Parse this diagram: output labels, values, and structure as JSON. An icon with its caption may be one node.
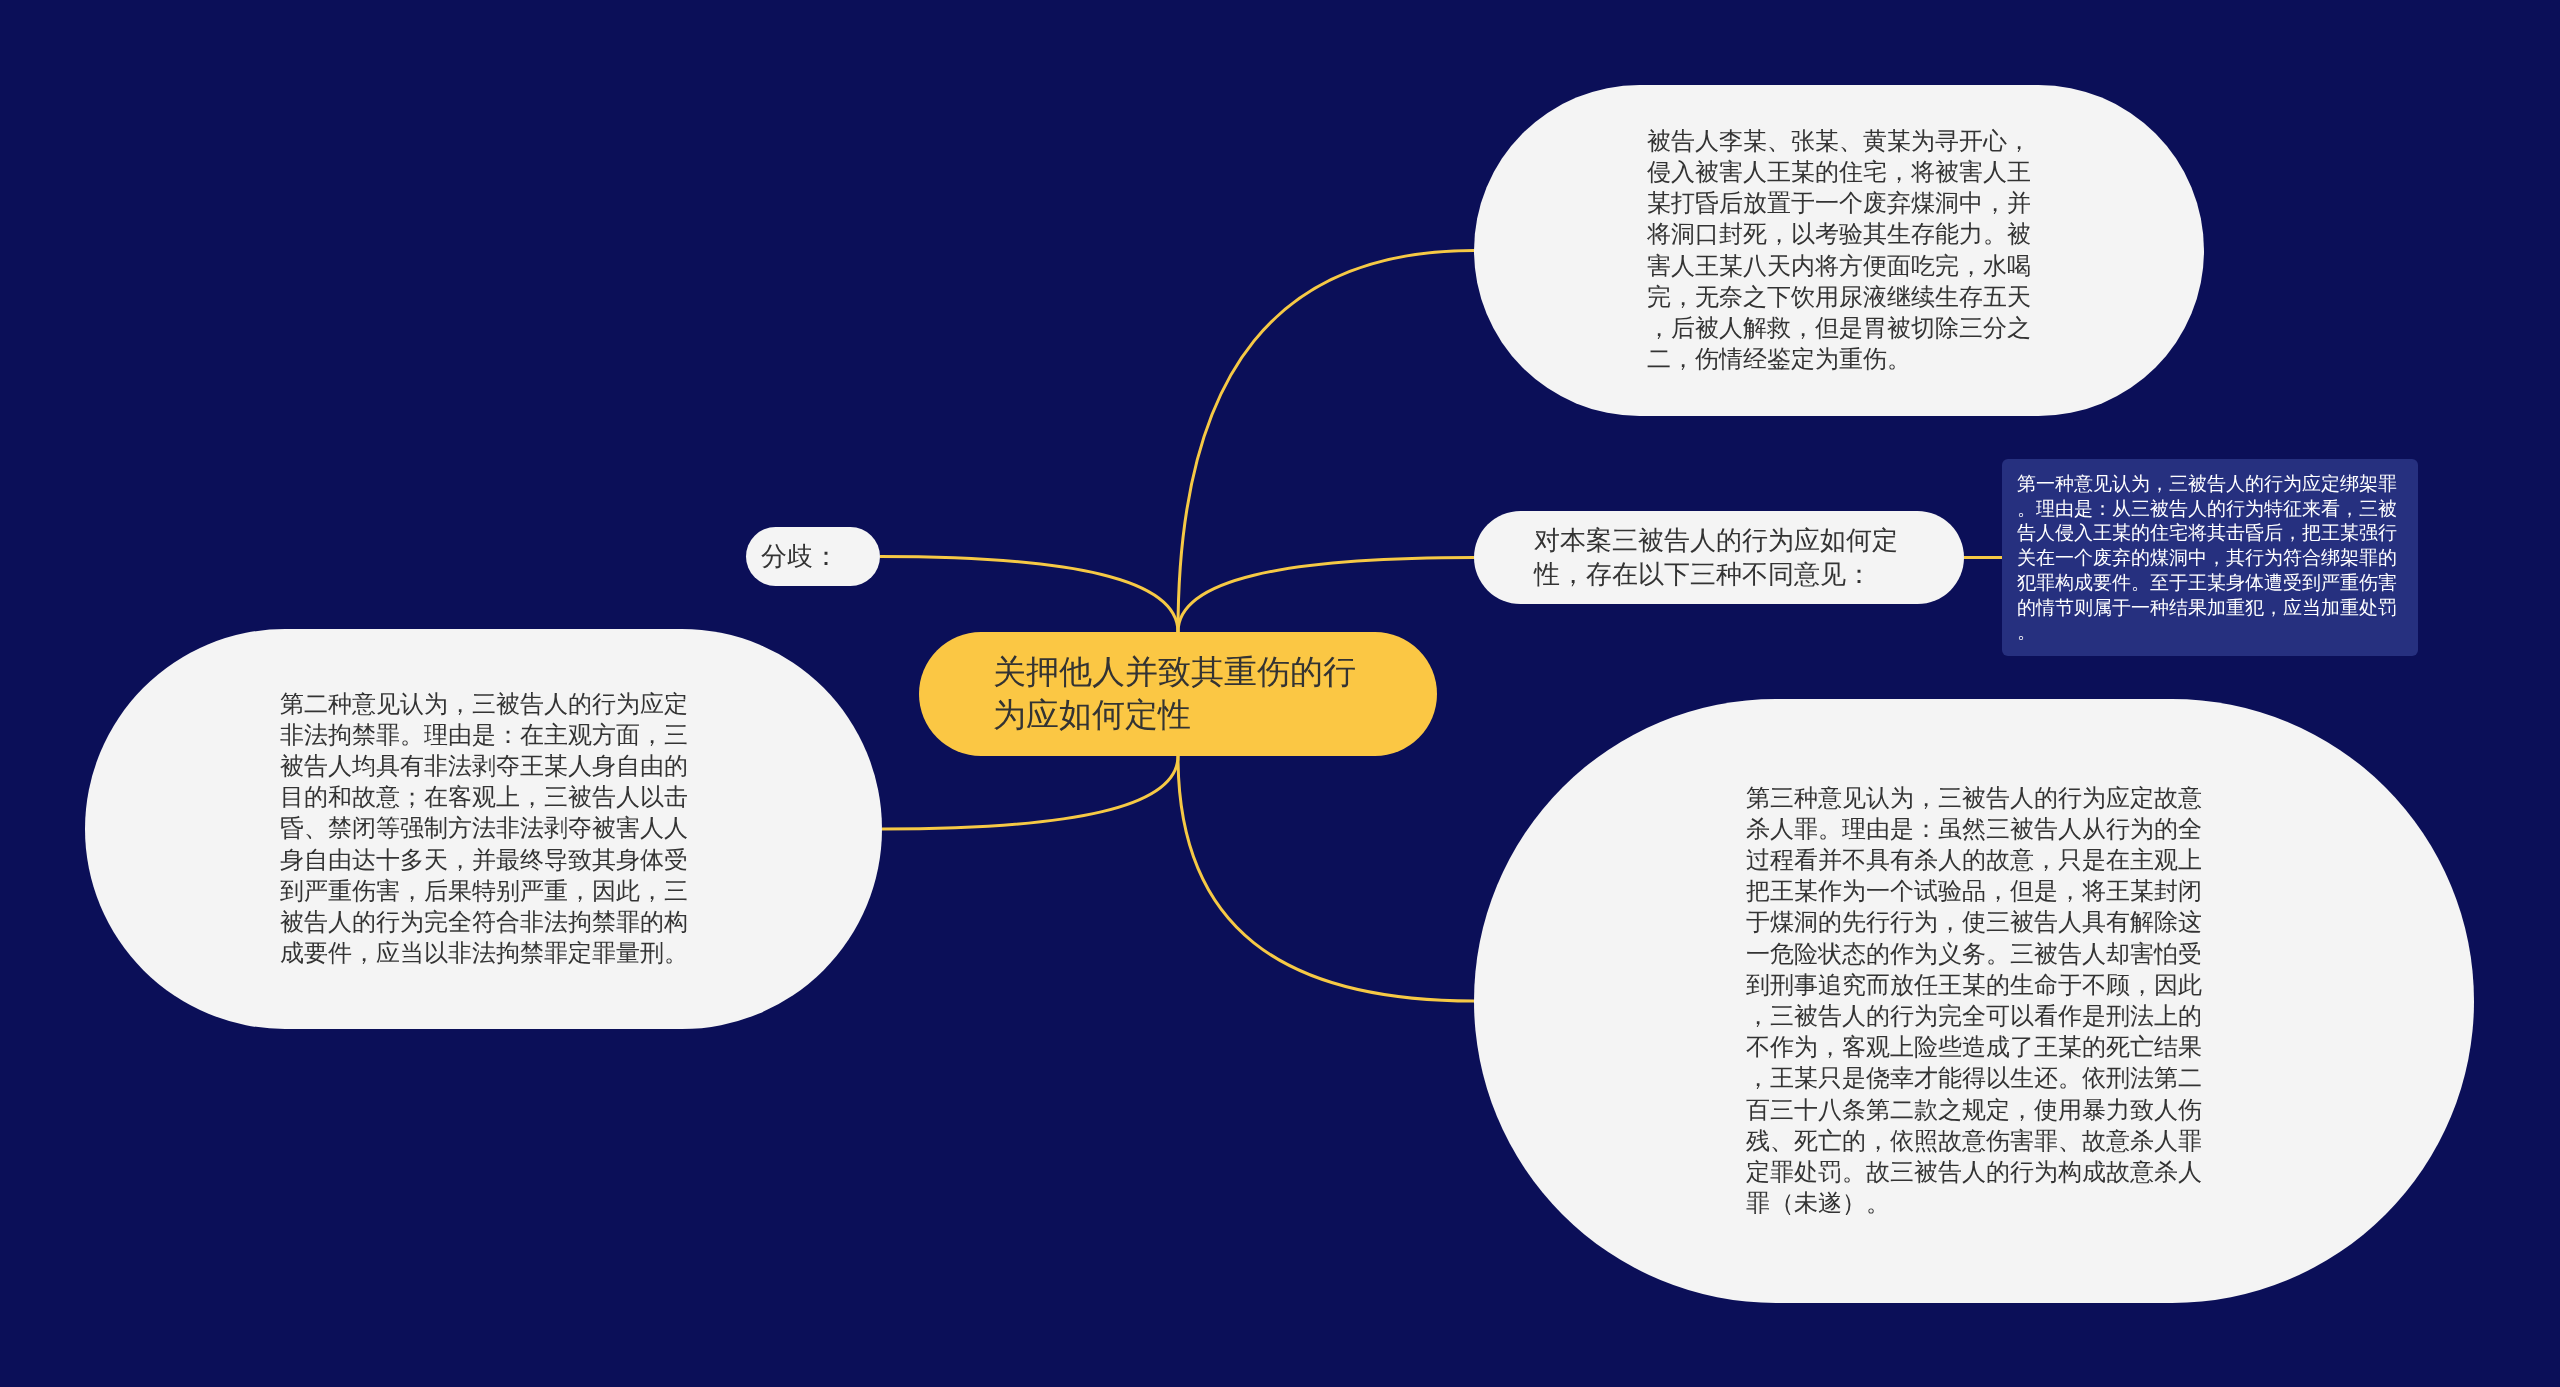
{
  "diagram": {
    "nodes": [
      {
        "text": [
          "关押他人并致其重伤的行为应如何定性"
        ]
      },
      {
        "text": [
          "被告人李某、张某、黄某为寻开心，侵入被害人王某的住宅，将被害人王某打昏后放置于一个废弃煤洞中，并将洞口封死，以考验其生存能力。被害人王某八天内将方便面吃完，水喝完，无奈之下饮用尿液继续生存五天，后被人解救，但是胃被切除三分之二，伤情经鉴定为重伤。"
        ]
      },
      {
        "text": [
          "分歧："
        ]
      },
      {
        "text": [
          "对本案三被告人的行为应如何定性，存在以下三种不同意见："
        ]
      },
      {
        "text": [
          "第一种意见认为，三被告人的行为应定绑架罪。理由是：从三被告人的行为特征来看，三被告人侵入王某的住宅将其击昏后，把王某强行关在一个废弃的煤洞中，其行为符合绑架罪的犯罪构成要件。至于王某身体遭受到严重伤害的情节则属于一种结果加重犯，应当加重处罚。"
        ]
      },
      {
        "text": [
          "第二种意见认为，三被告人的行为应定非法拘禁罪。理由是：在主观方面，三被告人均具有非法剥夺王某人身自由的目的和故意；在客观上，三被告人以击昏、禁闭等强制方法非法剥夺被害人人身自由达十多天，并最终导致其身体受到严重伤害，后果特别严重，因此，三被告人的行为完全符合非法拘禁罪的构成要件，应当以非法拘禁罪定罪量刑。"
        ]
      },
      {
        "text": [
          "第三种意见认为，三被告人的行为应定故意杀人罪。理由是：虽然三被告人从行为的全过程看并不具有杀人的故意，只是在主观上把王某作为一个试验品，但是，将王某封闭于煤洞的先行行为，使三被告人具有解除这一危险状态的作为义务。三被告人却害怕受到刑事追究而放任王某的生命于不顾，因此，三被告人的行为完全可以看作是刑法上的不作为，客观上险些造成了王某的死亡结果，王某只是侥幸才能得以生还。依刑法第二百三十八条第二款之规定，使用暴力致人伤残、死亡的，依照故意伤害罪、故意杀人罪定罪处罚。故三被告人的行为构成故意杀人罪（未遂）。"
        ]
      }
    ],
    "edges": [
      {
        "from": 0,
        "to": 1,
        "arrow": "none"
      },
      {
        "from": 0,
        "to": 2,
        "arrow": "none"
      },
      {
        "from": 0,
        "to": 3,
        "arrow": "none"
      },
      {
        "from": 0,
        "to": 5,
        "arrow": "none"
      },
      {
        "from": 0,
        "to": 6,
        "arrow": "none"
      },
      {
        "from": 3,
        "to": 4,
        "arrow": "none"
      }
    ]
  }
}
